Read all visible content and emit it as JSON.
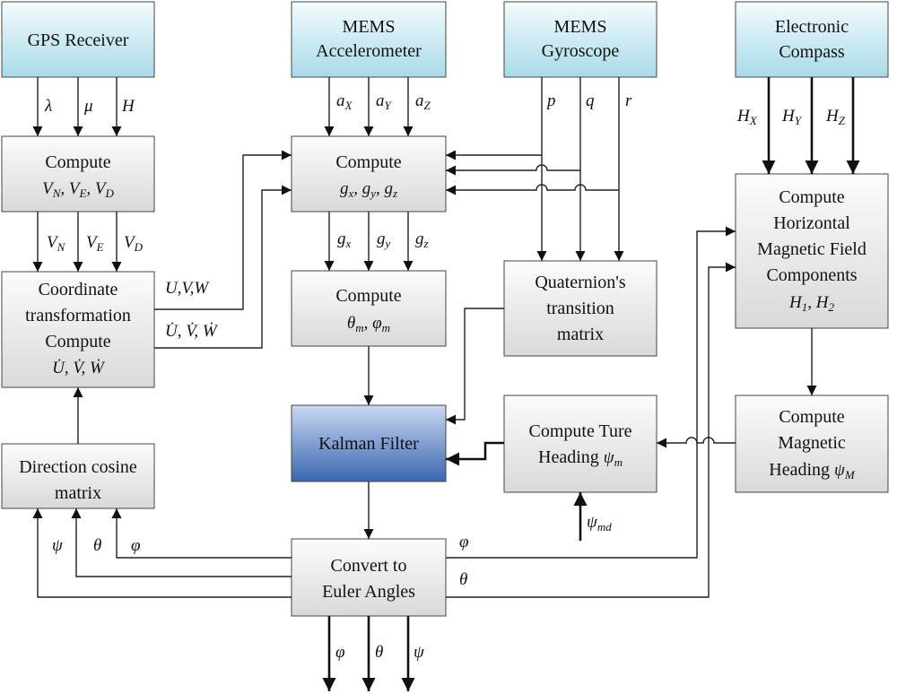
{
  "colors": {
    "sensor_top": "#f4fbfe",
    "sensor_bottom": "#a8dbe8",
    "proc_top": "#fcfcfc",
    "proc_bottom": "#d9d9d9",
    "kalman_top": "#c9d8f3",
    "kalman_bottom": "#3a66b0",
    "line": "#222222"
  },
  "boxes": {
    "gps": {
      "lines": [
        "GPS Receiver"
      ]
    },
    "accel": {
      "lines": [
        "MEMS",
        "Accelerometer"
      ]
    },
    "gyro": {
      "lines": [
        "MEMS",
        "Gyroscope"
      ]
    },
    "compass": {
      "lines": [
        "Electronic",
        "Compass"
      ]
    },
    "compute_v": {
      "line1": "Compute",
      "line2": "V_N, V_E, V_D"
    },
    "compute_g": {
      "line1": "Compute",
      "line2": "g_x, g_y, g_z"
    },
    "coord": {
      "lines": [
        "Coordinate",
        "transformation",
        "Compute"
      ],
      "line4": "U̇, V̇, Ẇ"
    },
    "compute_theta": {
      "line1": "Compute",
      "line2": "θ_m, φ_m"
    },
    "quaternion": {
      "lines": [
        "Quaternion's",
        "transition",
        "matrix"
      ]
    },
    "horiz": {
      "lines": [
        "Compute",
        "Horizontal",
        "Magnetic Field",
        "Components"
      ],
      "line5": "H_1, H_2"
    },
    "kalman": {
      "lines": [
        "Kalman Filter"
      ]
    },
    "true_heading": {
      "line1": "Compute Ture",
      "line2a": "Heading ",
      "line2b": "ψ_m"
    },
    "mag_heading": {
      "line1": "Compute",
      "line2": "Magnetic",
      "line3a": "Heading ",
      "line3b": "ψ_M"
    },
    "dcm": {
      "lines": [
        "Direction cosine",
        "matrix"
      ]
    },
    "euler": {
      "lines": [
        "Convert to",
        "Euler Angles"
      ]
    }
  },
  "signals": {
    "gps_out": [
      "λ",
      "μ",
      "H"
    ],
    "v_out": [
      "V_N",
      "V_E",
      "V_D"
    ],
    "accel_out": [
      "a_X",
      "a_Y",
      "a_Z"
    ],
    "g_out": [
      "g_x",
      "g_y",
      "g_z"
    ],
    "gyro_out": [
      "p",
      "q",
      "r"
    ],
    "compass_out": [
      "H_X",
      "H_Y",
      "H_Z"
    ],
    "uvw": "U,V,W",
    "uvw_dot": "U̇, V̇, Ẇ",
    "psi_md": "ψ_md",
    "dcm_in": [
      "ψ",
      "θ",
      "φ"
    ],
    "euler_right": [
      "φ",
      "θ"
    ],
    "euler_out": [
      "φ",
      "θ",
      "ψ"
    ]
  }
}
